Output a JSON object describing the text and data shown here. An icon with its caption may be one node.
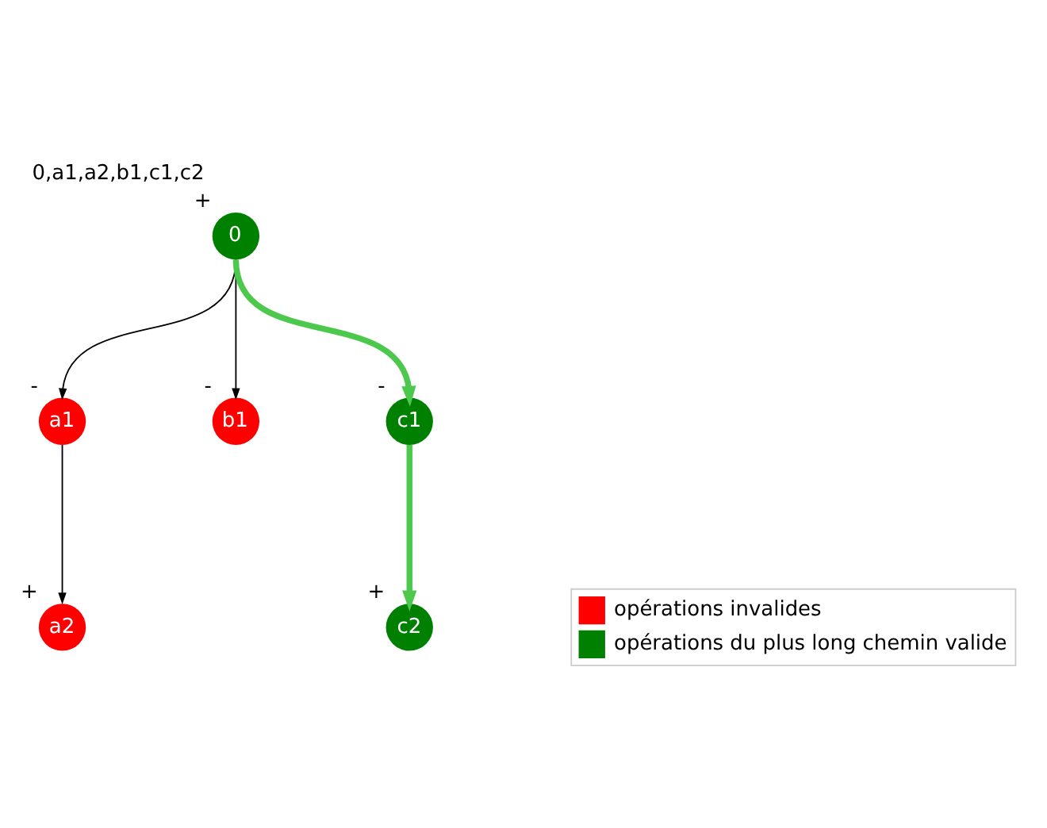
{
  "diagram": {
    "title": "0,a1,a2,b1,c1,c2",
    "nodes": [
      {
        "text": [
          "0"
        ],
        "beside": [
          "+"
        ]
      },
      {
        "text": [
          "a1"
        ],
        "beside": [
          "-"
        ]
      },
      {
        "text": [
          "b1"
        ],
        "beside": [
          "-"
        ]
      },
      {
        "text": [
          "c1"
        ],
        "beside": [
          "-"
        ]
      },
      {
        "text": [
          "a2"
        ],
        "beside": [
          "+"
        ]
      },
      {
        "text": [
          "c2"
        ],
        "beside": [
          "+"
        ]
      }
    ],
    "edges": [
      {
        "from": 0,
        "to": 1,
        "arrow": "to"
      },
      {
        "from": 0,
        "to": 2,
        "arrow": "to"
      },
      {
        "from": 0,
        "to": 3,
        "arrow": "to",
        "style": "thick",
        "color": "#4cc94c"
      },
      {
        "from": 1,
        "to": 4,
        "arrow": "to"
      },
      {
        "from": 3,
        "to": 5,
        "arrow": "to",
        "style": "thick",
        "color": "#4cc94c"
      }
    ],
    "legend": [
      {
        "text": "opérations invalides",
        "color": "#ff0000"
      },
      {
        "text": "opérations du plus long chemin valide",
        "color": "#008000"
      }
    ]
  }
}
